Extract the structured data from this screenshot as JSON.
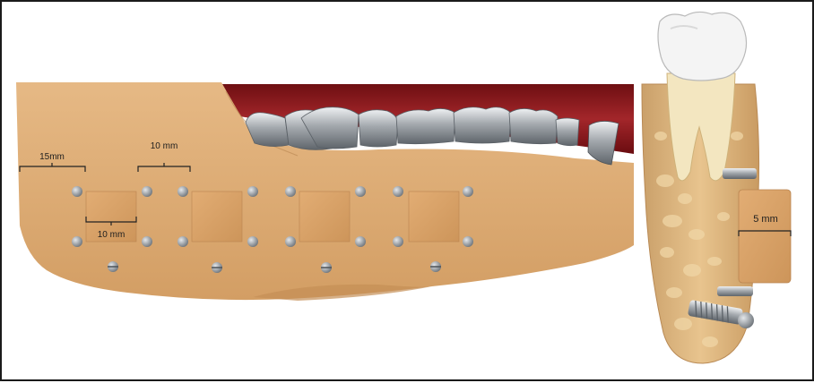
{
  "labels": {
    "left_spacing": "15mm",
    "between_spacing": "10 mm",
    "graft_width": "10 mm",
    "graft_depth": "5 mm"
  },
  "colors": {
    "bone": "#dcaa72",
    "bone_dark": "#c89256",
    "gum": "#8b1a1a",
    "tooth_metal": "#9aa0a6",
    "graft": "#d9a36b",
    "screw": "#8d9298",
    "enamel": "#f2f2f2",
    "border": "#1a1a1a"
  }
}
